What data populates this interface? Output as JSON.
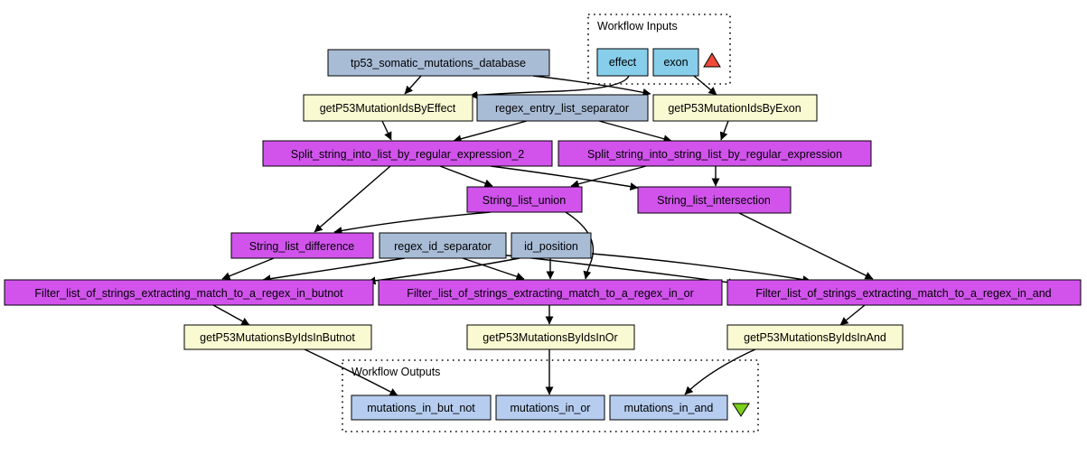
{
  "colors": {
    "input": "#87ceeb",
    "constant": "#a9bcd6",
    "service": "#fafad2",
    "beanshell": "#d153ec",
    "output": "#b6cdef",
    "input_marker": "#ee4a3a",
    "output_marker": "#7bd11c"
  },
  "clusters": {
    "inputs_label": "Workflow Inputs",
    "outputs_label": "Workflow Outputs"
  },
  "nodes": {
    "effect": "effect",
    "exon": "exon",
    "tp53_db": "tp53_somatic_mutations_database",
    "get_by_effect": "getP53MutationIdsByEffect",
    "regex_entry_sep": "regex_entry_list_separator",
    "get_by_exon": "getP53MutationIdsByExon",
    "split_2": "Split_string_into_list_by_regular_expression_2",
    "split_1": "Split_string_into_string_list_by_regular_expression",
    "union": "String_list_union",
    "intersection": "String_list_intersection",
    "difference": "String_list_difference",
    "regex_id_sep": "regex_id_separator",
    "id_position": "id_position",
    "filter_butnot": "Filter_list_of_strings_extracting_match_to_a_regex_in_butnot",
    "filter_or": "Filter_list_of_strings_extracting_match_to_a_regex_in_or",
    "filter_and": "Filter_list_of_strings_extracting_match_to_a_regex_in_and",
    "get_butnot": "getP53MutationsByIdsInButnot",
    "get_or": "getP53MutationsByIdsInOr",
    "get_and": "getP53MutationsByIdsInAnd",
    "out_butnot": "mutations_in_but_not",
    "out_or": "mutations_in_or",
    "out_and": "mutations_in_and"
  }
}
